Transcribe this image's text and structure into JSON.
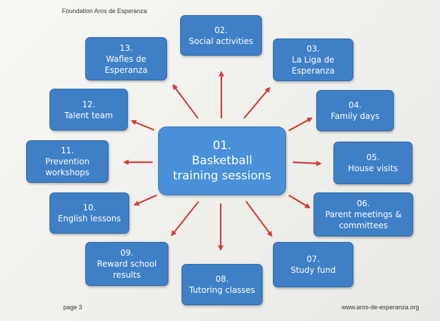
{
  "header": "Foundation Aros de Esperanza",
  "footer": {
    "page": "page 3",
    "url": "www.aros-de-esperanza.org"
  },
  "colors": {
    "node": "#3f7fc6",
    "center": "#4a90d9",
    "arrow": "#d63a3a",
    "text": "#ffffff"
  },
  "center": {
    "number": "01.",
    "title_line1": "Basketball",
    "title_line2": "training sessions"
  },
  "nodes": [
    {
      "number": "02.",
      "line1": "Social activities",
      "line2": ""
    },
    {
      "number": "03.",
      "line1": "La Liga de",
      "line2": "Esperanza"
    },
    {
      "number": "04.",
      "line1": "Family days",
      "line2": ""
    },
    {
      "number": "05.",
      "line1": "House visits",
      "line2": ""
    },
    {
      "number": "06.",
      "line1": "Parent meetings &",
      "line2": "committees"
    },
    {
      "number": "07.",
      "line1": "Study fund",
      "line2": ""
    },
    {
      "number": "08.",
      "line1": "Tutoring classes",
      "line2": ""
    },
    {
      "number": "09.",
      "line1": "Reward school",
      "line2": "results"
    },
    {
      "number": "10.",
      "line1": "English lessons",
      "line2": ""
    },
    {
      "number": "11.",
      "line1": "Prevention",
      "line2": "workshops"
    },
    {
      "number": "12.",
      "line1": "Talent team",
      "line2": ""
    },
    {
      "number": "13.",
      "line1": "Wafles de",
      "line2": "Esperanza"
    }
  ]
}
